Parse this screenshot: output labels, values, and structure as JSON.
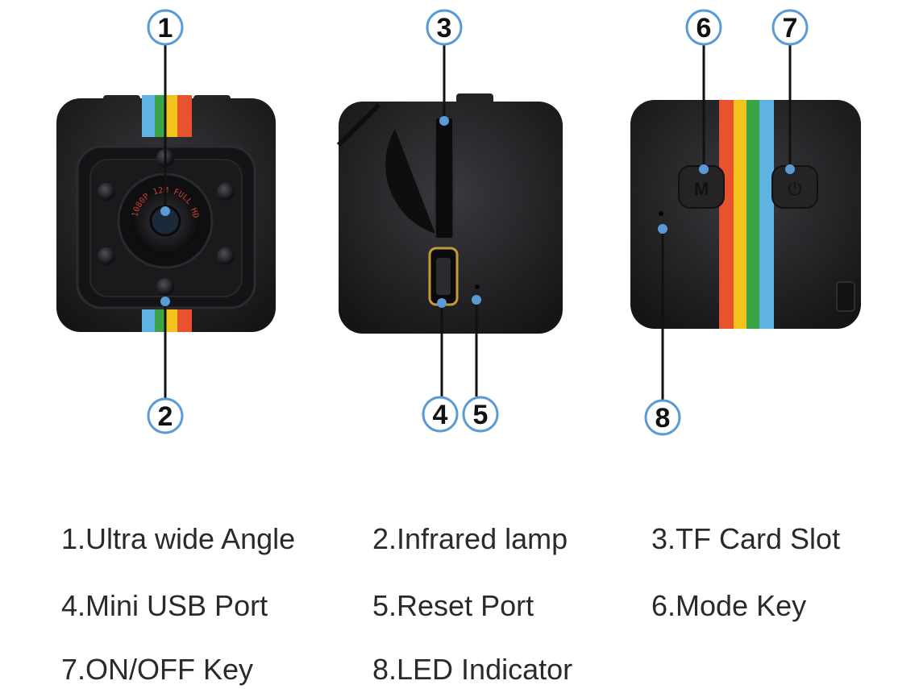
{
  "callouts": [
    "1",
    "2",
    "3",
    "4",
    "5",
    "6",
    "7",
    "8"
  ],
  "lens_label": "1080P 12M FULL HD",
  "buttons": {
    "mode_key": "M",
    "power_key": "⏻"
  },
  "legend": [
    "1.Ultra wide Angle",
    "2.Infrared lamp",
    "3.TF Card Slot",
    "4.Mini USB Port",
    "5.Reset Port",
    "6.Mode Key",
    "7.ON/OFF Key",
    "8.LED Indicator"
  ],
  "colors": {
    "body": "#1e1e21",
    "stripe_red": "#e8532d",
    "stripe_yellow": "#f2c31b",
    "stripe_green": "#3aa547",
    "stripe_blue": "#5fb3e1",
    "marker": "#5b9bd5"
  }
}
